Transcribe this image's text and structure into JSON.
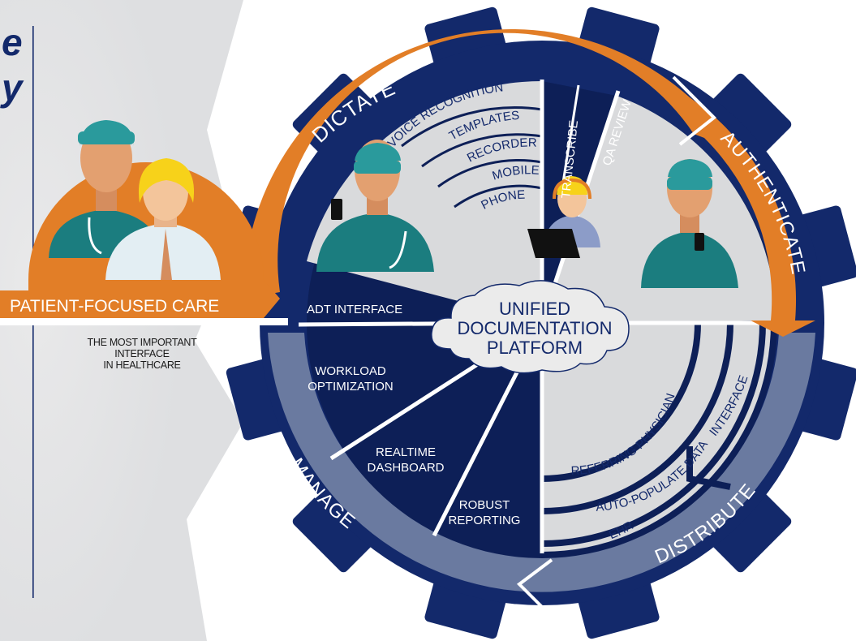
{
  "colors": {
    "navy": "#13296b",
    "dark_navy": "#0d1f57",
    "orange": "#e27e27",
    "light_grey": "#d9dadc",
    "bg_grey": "#e7e7e8",
    "slate": "#6a7aa0",
    "teal": "#1b9e9e"
  },
  "left_heading": {
    "line1": "e",
    "line2": "y"
  },
  "patient": {
    "label": "PATIENT-FOCUSED CARE"
  },
  "caption": {
    "line1": "THE MOST IMPORTANT",
    "line2": "INTERFACE",
    "line3": "IN HEALTHCARE"
  },
  "center": {
    "line1": "UNIFIED",
    "line2": "DOCUMENTATION",
    "line3": "PLATFORM"
  },
  "phases": {
    "dictate": "DICTATE",
    "authenticate": "AUTHENTICATE",
    "distribute": "DISTRIBUTE",
    "manage": "MANAGE"
  },
  "dictate_items": [
    "VOICE RECOGNITION",
    "TEMPLATES",
    "RECORDER",
    "MOBILE",
    "PHONE"
  ],
  "transcribe": {
    "transcribe": "TRANSCRIBE",
    "qa_review": "QA REVIEW"
  },
  "adt": {
    "label": "ADT INTERFACE"
  },
  "manage_items": {
    "workload_1": "WORKLOAD",
    "workload_2": "OPTIMIZATION",
    "realtime_1": "REALTIME",
    "realtime_2": "DASHBOARD",
    "robust_1": "ROBUST",
    "robust_2": "REPORTING"
  },
  "distribute_items": [
    "REFERRING PHYSICIAN",
    "AUTO-POPULATE DATA",
    "INTERFACE",
    "EHR"
  ]
}
